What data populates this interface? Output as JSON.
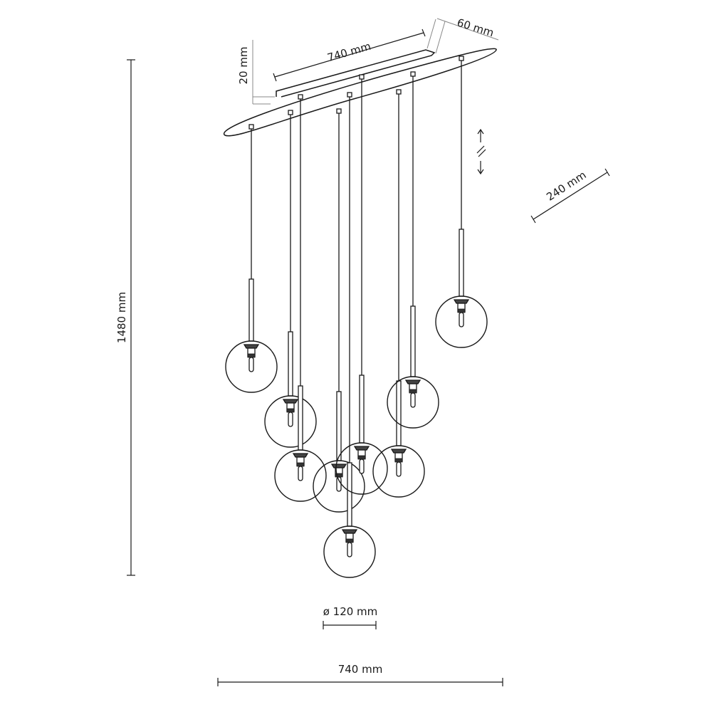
{
  "dimensions": {
    "canopy_length": "740 mm",
    "canopy_depth": "60 mm",
    "canopy_height": "20 mm",
    "canopy_width": "240 mm",
    "total_height": "1480 mm",
    "globe_diameter": "ø 120 mm",
    "total_width": "740 mm"
  },
  "colors": {
    "line": "#1a1a1a",
    "dim_line": "#888888"
  }
}
